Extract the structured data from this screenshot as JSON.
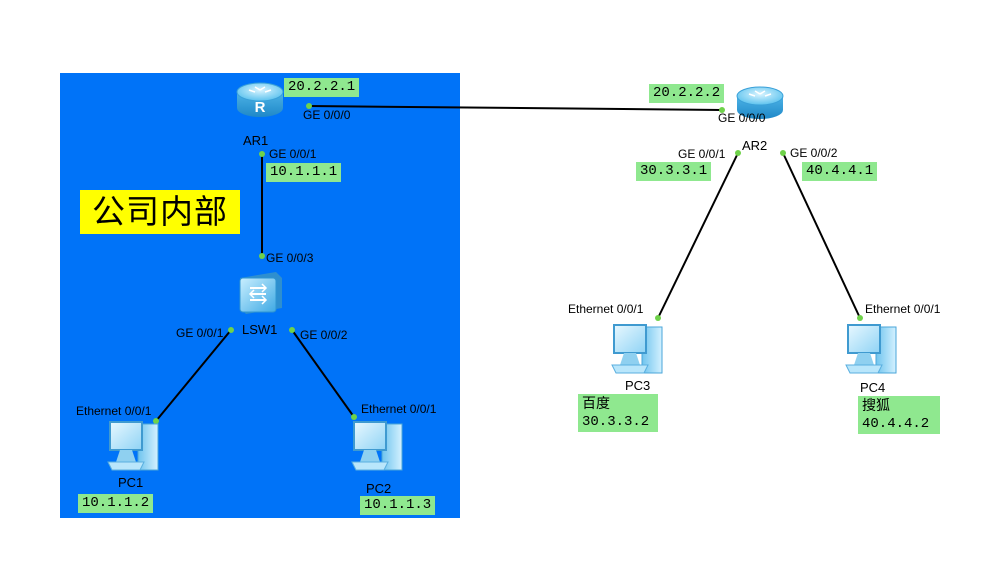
{
  "zone": {
    "title": "公司内部",
    "color": "#0073f8",
    "title_bg": "#ffff00"
  },
  "colors": {
    "link": "#000000",
    "port_dot": "#6fd24a",
    "ip_bg": "#8fe88f"
  },
  "devices": {
    "ar1": {
      "name": "AR1",
      "icon": "router-icon"
    },
    "ar2": {
      "name": "AR2",
      "icon": "router-icon"
    },
    "lsw1": {
      "name": "LSW1",
      "icon": "switch-icon"
    },
    "pc1": {
      "name": "PC1",
      "icon": "pc-icon"
    },
    "pc2": {
      "name": "PC2",
      "icon": "pc-icon"
    },
    "pc3": {
      "name": "PC3",
      "icon": "pc-icon"
    },
    "pc4": {
      "name": "PC4",
      "icon": "pc-icon"
    }
  },
  "ports": {
    "ar1_ge000": "GE 0/0/0",
    "ar1_ge001": "GE 0/0/1",
    "lsw1_ge003": "GE 0/0/3",
    "lsw1_ge001": "GE 0/0/1",
    "lsw1_ge002": "GE 0/0/2",
    "pc1_eth": "Ethernet 0/0/1",
    "pc2_eth": "Ethernet 0/0/1",
    "ar2_ge000": "GE 0/0/0",
    "ar2_ge001": "GE 0/0/1",
    "ar2_ge002": "GE 0/0/2",
    "pc3_eth": "Ethernet 0/0/1",
    "pc4_eth": "Ethernet 0/0/1"
  },
  "ips": {
    "ar1_wan": "20.2.2.1",
    "ar1_lan": "10.1.1.1",
    "ar2_wan": "20.2.2.2",
    "ar2_left": "30.3.3.1",
    "ar2_right": "40.4.4.1",
    "pc1": "10.1.1.2",
    "pc2": "10.1.1.3",
    "pc3_name": "百度",
    "pc3": "30.3.3.2",
    "pc4_name": "搜狐",
    "pc4": "40.4.4.2"
  }
}
